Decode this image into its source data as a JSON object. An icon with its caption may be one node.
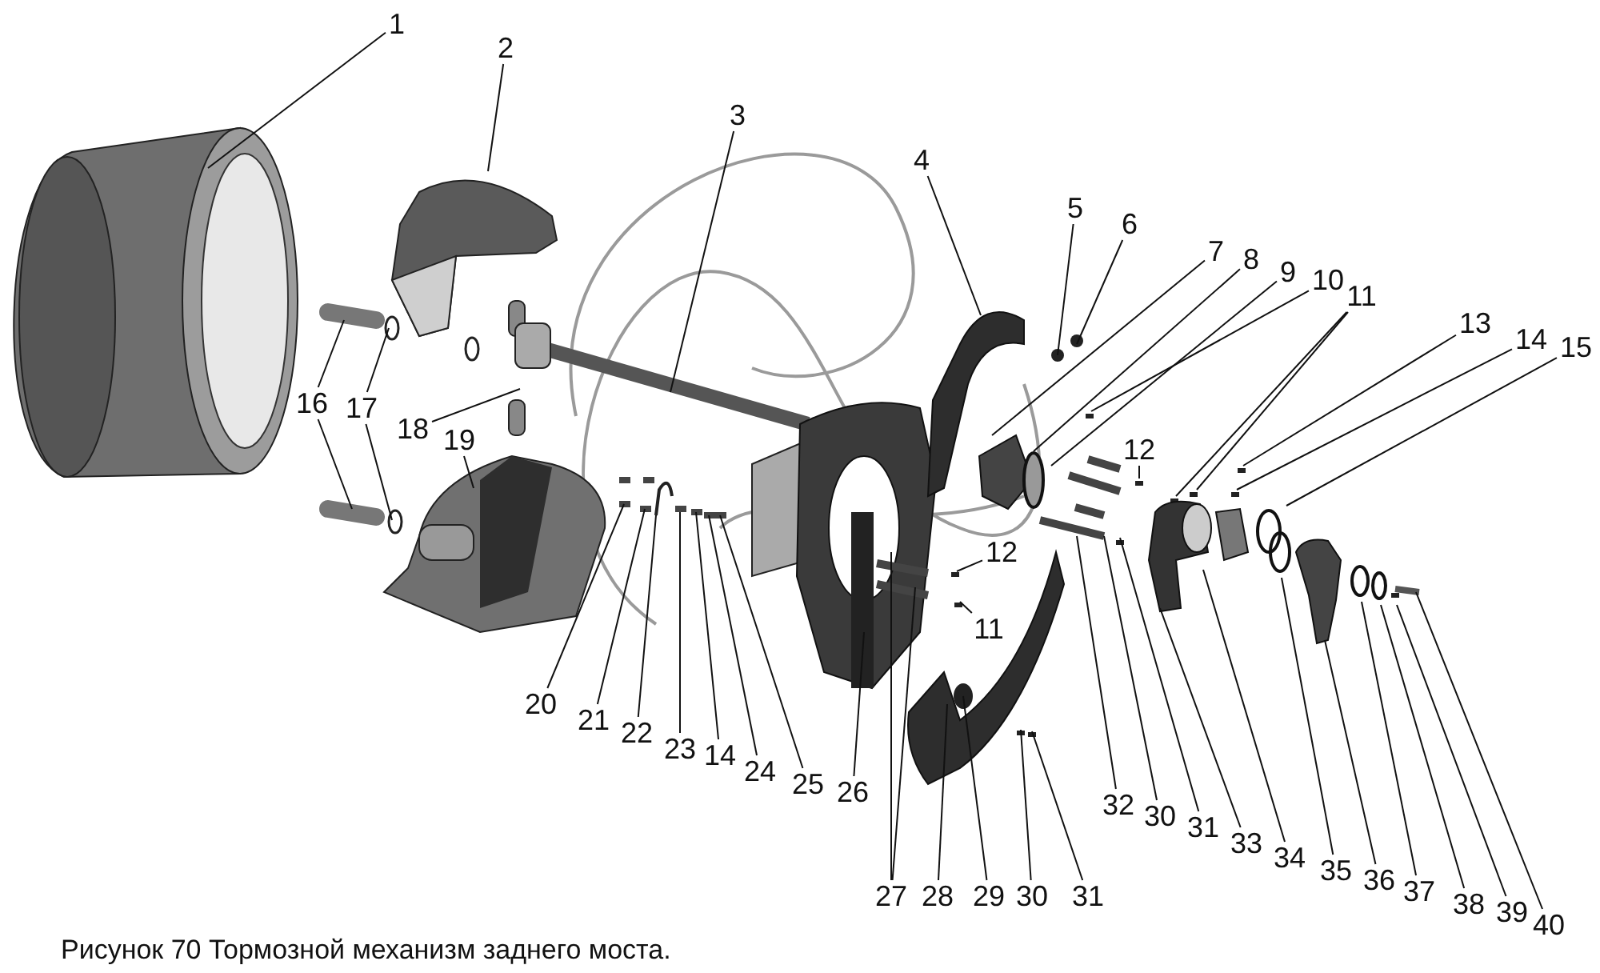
{
  "diagram": {
    "caption": "Рисунок 70 Тормозной механизм заднего моста.",
    "nodes": [
      {
        "text": [
          "1"
        ]
      },
      {
        "text": [
          "2"
        ]
      },
      {
        "text": [
          "3"
        ]
      },
      {
        "text": [
          "4"
        ]
      },
      {
        "text": [
          "5"
        ]
      },
      {
        "text": [
          "6"
        ]
      },
      {
        "text": [
          "7"
        ]
      },
      {
        "text": [
          "8"
        ]
      },
      {
        "text": [
          "9"
        ]
      },
      {
        "text": [
          "10"
        ]
      },
      {
        "text": [
          "11"
        ]
      },
      {
        "text": [
          "12"
        ]
      },
      {
        "text": [
          "13"
        ]
      },
      {
        "text": [
          "14"
        ]
      },
      {
        "text": [
          "15"
        ]
      },
      {
        "text": [
          "16"
        ]
      },
      {
        "text": [
          "17"
        ]
      },
      {
        "text": [
          "18"
        ]
      },
      {
        "text": [
          "19"
        ]
      },
      {
        "text": [
          "12"
        ]
      },
      {
        "text": [
          "11"
        ]
      },
      {
        "text": [
          "20"
        ]
      },
      {
        "text": [
          "21"
        ]
      },
      {
        "text": [
          "22"
        ]
      },
      {
        "text": [
          "23"
        ]
      },
      {
        "text": [
          "14"
        ]
      },
      {
        "text": [
          "24"
        ]
      },
      {
        "text": [
          "25"
        ]
      },
      {
        "text": [
          "26"
        ]
      },
      {
        "text": [
          "32"
        ]
      },
      {
        "text": [
          "30"
        ]
      },
      {
        "text": [
          "31"
        ]
      },
      {
        "text": [
          "33"
        ]
      },
      {
        "text": [
          "34"
        ]
      },
      {
        "text": [
          "35"
        ]
      },
      {
        "text": [
          "36"
        ]
      },
      {
        "text": [
          "37"
        ]
      },
      {
        "text": [
          "38"
        ]
      },
      {
        "text": [
          "39"
        ]
      },
      {
        "text": [
          "40"
        ]
      },
      {
        "text": [
          "27"
        ]
      },
      {
        "text": [
          "28"
        ]
      },
      {
        "text": [
          "29"
        ]
      },
      {
        "text": [
          "30"
        ]
      },
      {
        "text": [
          "31"
        ]
      }
    ],
    "edges": [
      {
        "from": 0,
        "to": null,
        "arrow": "none"
      },
      {
        "from": 1,
        "to": null,
        "arrow": "none"
      },
      {
        "from": 2,
        "to": null,
        "arrow": "none"
      },
      {
        "from": 3,
        "to": null,
        "arrow": "none"
      },
      {
        "from": 4,
        "to": null,
        "arrow": "none"
      },
      {
        "from": 5,
        "to": null,
        "arrow": "none"
      },
      {
        "from": 6,
        "to": null,
        "arrow": "none"
      },
      {
        "from": 7,
        "to": null,
        "arrow": "none"
      },
      {
        "from": 8,
        "to": null,
        "arrow": "none"
      },
      {
        "from": 9,
        "to": null,
        "arrow": "none"
      },
      {
        "from": 10,
        "to": null,
        "arrow": "none"
      },
      {
        "from": 10,
        "to": null,
        "arrow": "none"
      },
      {
        "from": 11,
        "to": null,
        "arrow": "none"
      },
      {
        "from": 12,
        "to": null,
        "arrow": "none"
      },
      {
        "from": 13,
        "to": null,
        "arrow": "none"
      },
      {
        "from": 14,
        "to": null,
        "arrow": "none"
      },
      {
        "from": 15,
        "to": null,
        "arrow": "none"
      },
      {
        "from": 15,
        "to": null,
        "arrow": "none"
      },
      {
        "from": 16,
        "to": null,
        "arrow": "none"
      },
      {
        "from": 16,
        "to": null,
        "arrow": "none"
      },
      {
        "from": 17,
        "to": null,
        "arrow": "none"
      },
      {
        "from": 18,
        "to": null,
        "arrow": "none"
      },
      {
        "from": 19,
        "to": null,
        "arrow": "none"
      },
      {
        "from": 20,
        "to": null,
        "arrow": "none"
      },
      {
        "from": 21,
        "to": null,
        "arrow": "none"
      },
      {
        "from": 22,
        "to": null,
        "arrow": "none"
      },
      {
        "from": 23,
        "to": null,
        "arrow": "none"
      },
      {
        "from": 24,
        "to": null,
        "arrow": "none"
      },
      {
        "from": 25,
        "to": null,
        "arrow": "none"
      },
      {
        "from": 26,
        "to": null,
        "arrow": "none"
      },
      {
        "from": 27,
        "to": null,
        "arrow": "none"
      },
      {
        "from": 28,
        "to": null,
        "arrow": "none"
      },
      {
        "from": 29,
        "to": null,
        "arrow": "none"
      },
      {
        "from": 30,
        "to": null,
        "arrow": "none"
      },
      {
        "from": 31,
        "to": null,
        "arrow": "none"
      },
      {
        "from": 32,
        "to": null,
        "arrow": "none"
      },
      {
        "from": 33,
        "to": null,
        "arrow": "none"
      },
      {
        "from": 34,
        "to": null,
        "arrow": "none"
      },
      {
        "from": 35,
        "to": null,
        "arrow": "none"
      },
      {
        "from": 36,
        "to": null,
        "arrow": "none"
      },
      {
        "from": 37,
        "to": null,
        "arrow": "none"
      },
      {
        "from": 38,
        "to": null,
        "arrow": "none"
      },
      {
        "from": 39,
        "to": null,
        "arrow": "none"
      },
      {
        "from": 40,
        "to": null,
        "arrow": "none"
      },
      {
        "from": 40,
        "to": null,
        "arrow": "none"
      },
      {
        "from": 41,
        "to": null,
        "arrow": "none"
      },
      {
        "from": 42,
        "to": null,
        "arrow": "none"
      },
      {
        "from": 43,
        "to": null,
        "arrow": "none"
      },
      {
        "from": 44,
        "to": null,
        "arrow": "none"
      }
    ]
  }
}
